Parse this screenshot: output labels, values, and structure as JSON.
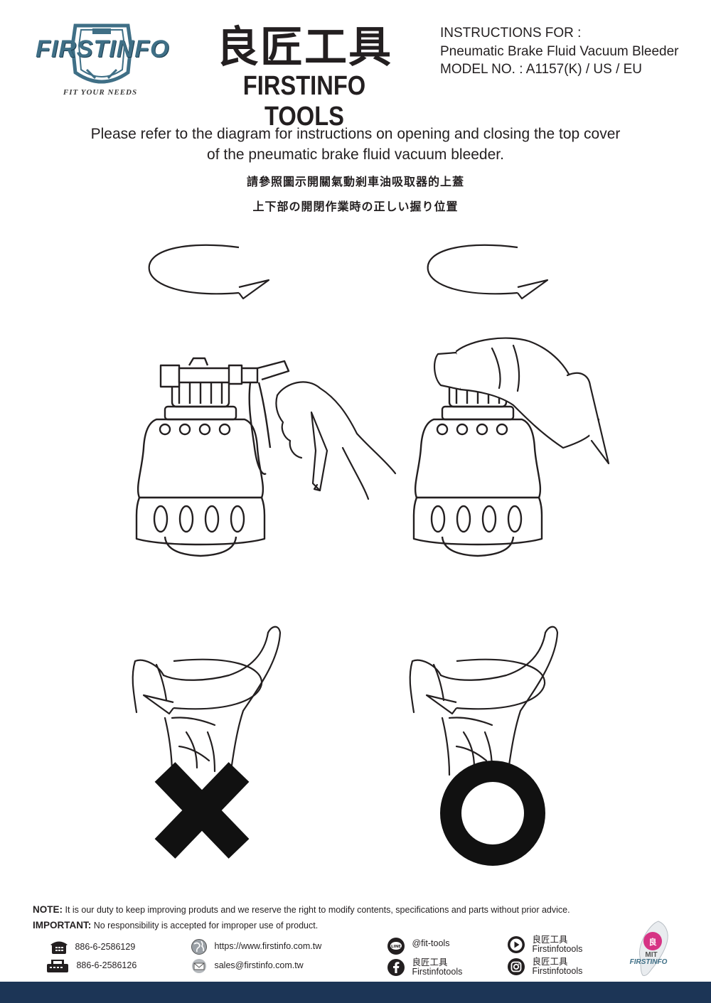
{
  "header": {
    "logo_wordmark": "FIRSTINFO",
    "logo_tagline": "FIT YOUR NEEDS",
    "brand_cjk": "良匠工具",
    "brand_name": "FIRSTINFO TOOLS",
    "instructions_for": "INSTRUCTIONS FOR :",
    "product_name": "Pneumatic Brake Fluid Vacuum Bleeder",
    "model_no": "MODEL NO. : A1157(K) / US / EU"
  },
  "intro": {
    "en_line1": "Please refer to the diagram for instructions on opening and closing the top cover",
    "en_line2": "of the pneumatic brake fluid vacuum bleeder.",
    "zh": "請參照圖示開關氣動剎車油吸取器的上蓋",
    "ja": "上下部の開閉作業時の正しい握り位置"
  },
  "diagram": {
    "left_panel": {
      "verdict": "incorrect",
      "symbol": "cross-mark-icon"
    },
    "right_panel": {
      "verdict": "correct",
      "symbol": "circle-mark-icon"
    },
    "stroke_color": "#231f20"
  },
  "footer": {
    "note_label": "NOTE:",
    "note_text": "It is our duty to keep improving produts and we reserve the right to modify contents, specifications and parts without prior advice.",
    "important_label": "IMPORTANT:",
    "important_text": "No responsibility is accepted for improper use of product.",
    "phone": "886-6-2586129",
    "fax": "886-6-2586126",
    "website": "https://www.firstinfo.com.tw",
    "email": "sales@firstinfo.com.tw",
    "line_handle": "@fit-tools",
    "facebook_line1": "良匠工具",
    "facebook_line2": "Firstinfotools",
    "youtube_line1": "良匠工具",
    "youtube_line2": "Firstinfotools",
    "instagram_line1": "良匠工具",
    "instagram_line2": "Firstinfotools",
    "mit_badge": "MIT",
    "mit_wordmark": "FIRSTINFO",
    "bar_color": "#1c3556"
  }
}
